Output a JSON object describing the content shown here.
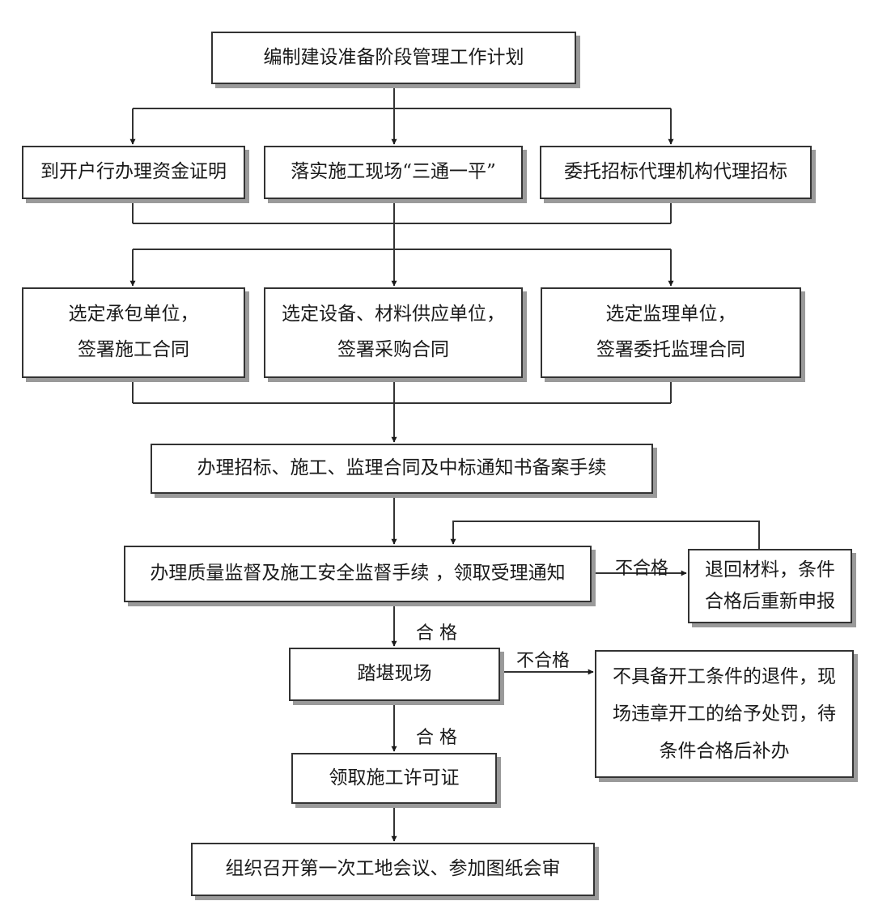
{
  "nodes": {
    "plan": "编制建设准备阶段管理工作计划",
    "bank": "到开户行办理资金证明",
    "site": "落实施工现场“三通一平”",
    "agency": "委托招标代理机构代理招标",
    "contractor": [
      "选定承包单位，",
      "签署施工合同"
    ],
    "supplier": [
      "选定设备、材料供应单位，",
      "签署采购合同"
    ],
    "supervisor": [
      "选定监理单位，",
      "签署委托监理合同"
    ],
    "filing": "办理招标、施工、监理合同及中标通知书备案手续",
    "quality": "办理质量监督及施工安全监督手续 ，领取受理通知",
    "returned": [
      "退回材料，条件",
      "合格后重新申报"
    ],
    "survey": "踏堪现场",
    "rejected": [
      "不具备开工条件的退件，现",
      "场违章开工的给予处罚，待",
      "条件合格后补办"
    ],
    "permit": "领取施工许可证",
    "meeting": "组织召开第一次工地会议、参加图纸会审"
  },
  "edge_labels": {
    "fail_quality": "不合格",
    "pass_quality": "合 格",
    "fail_survey": "不合格",
    "pass_survey": "合 格"
  }
}
